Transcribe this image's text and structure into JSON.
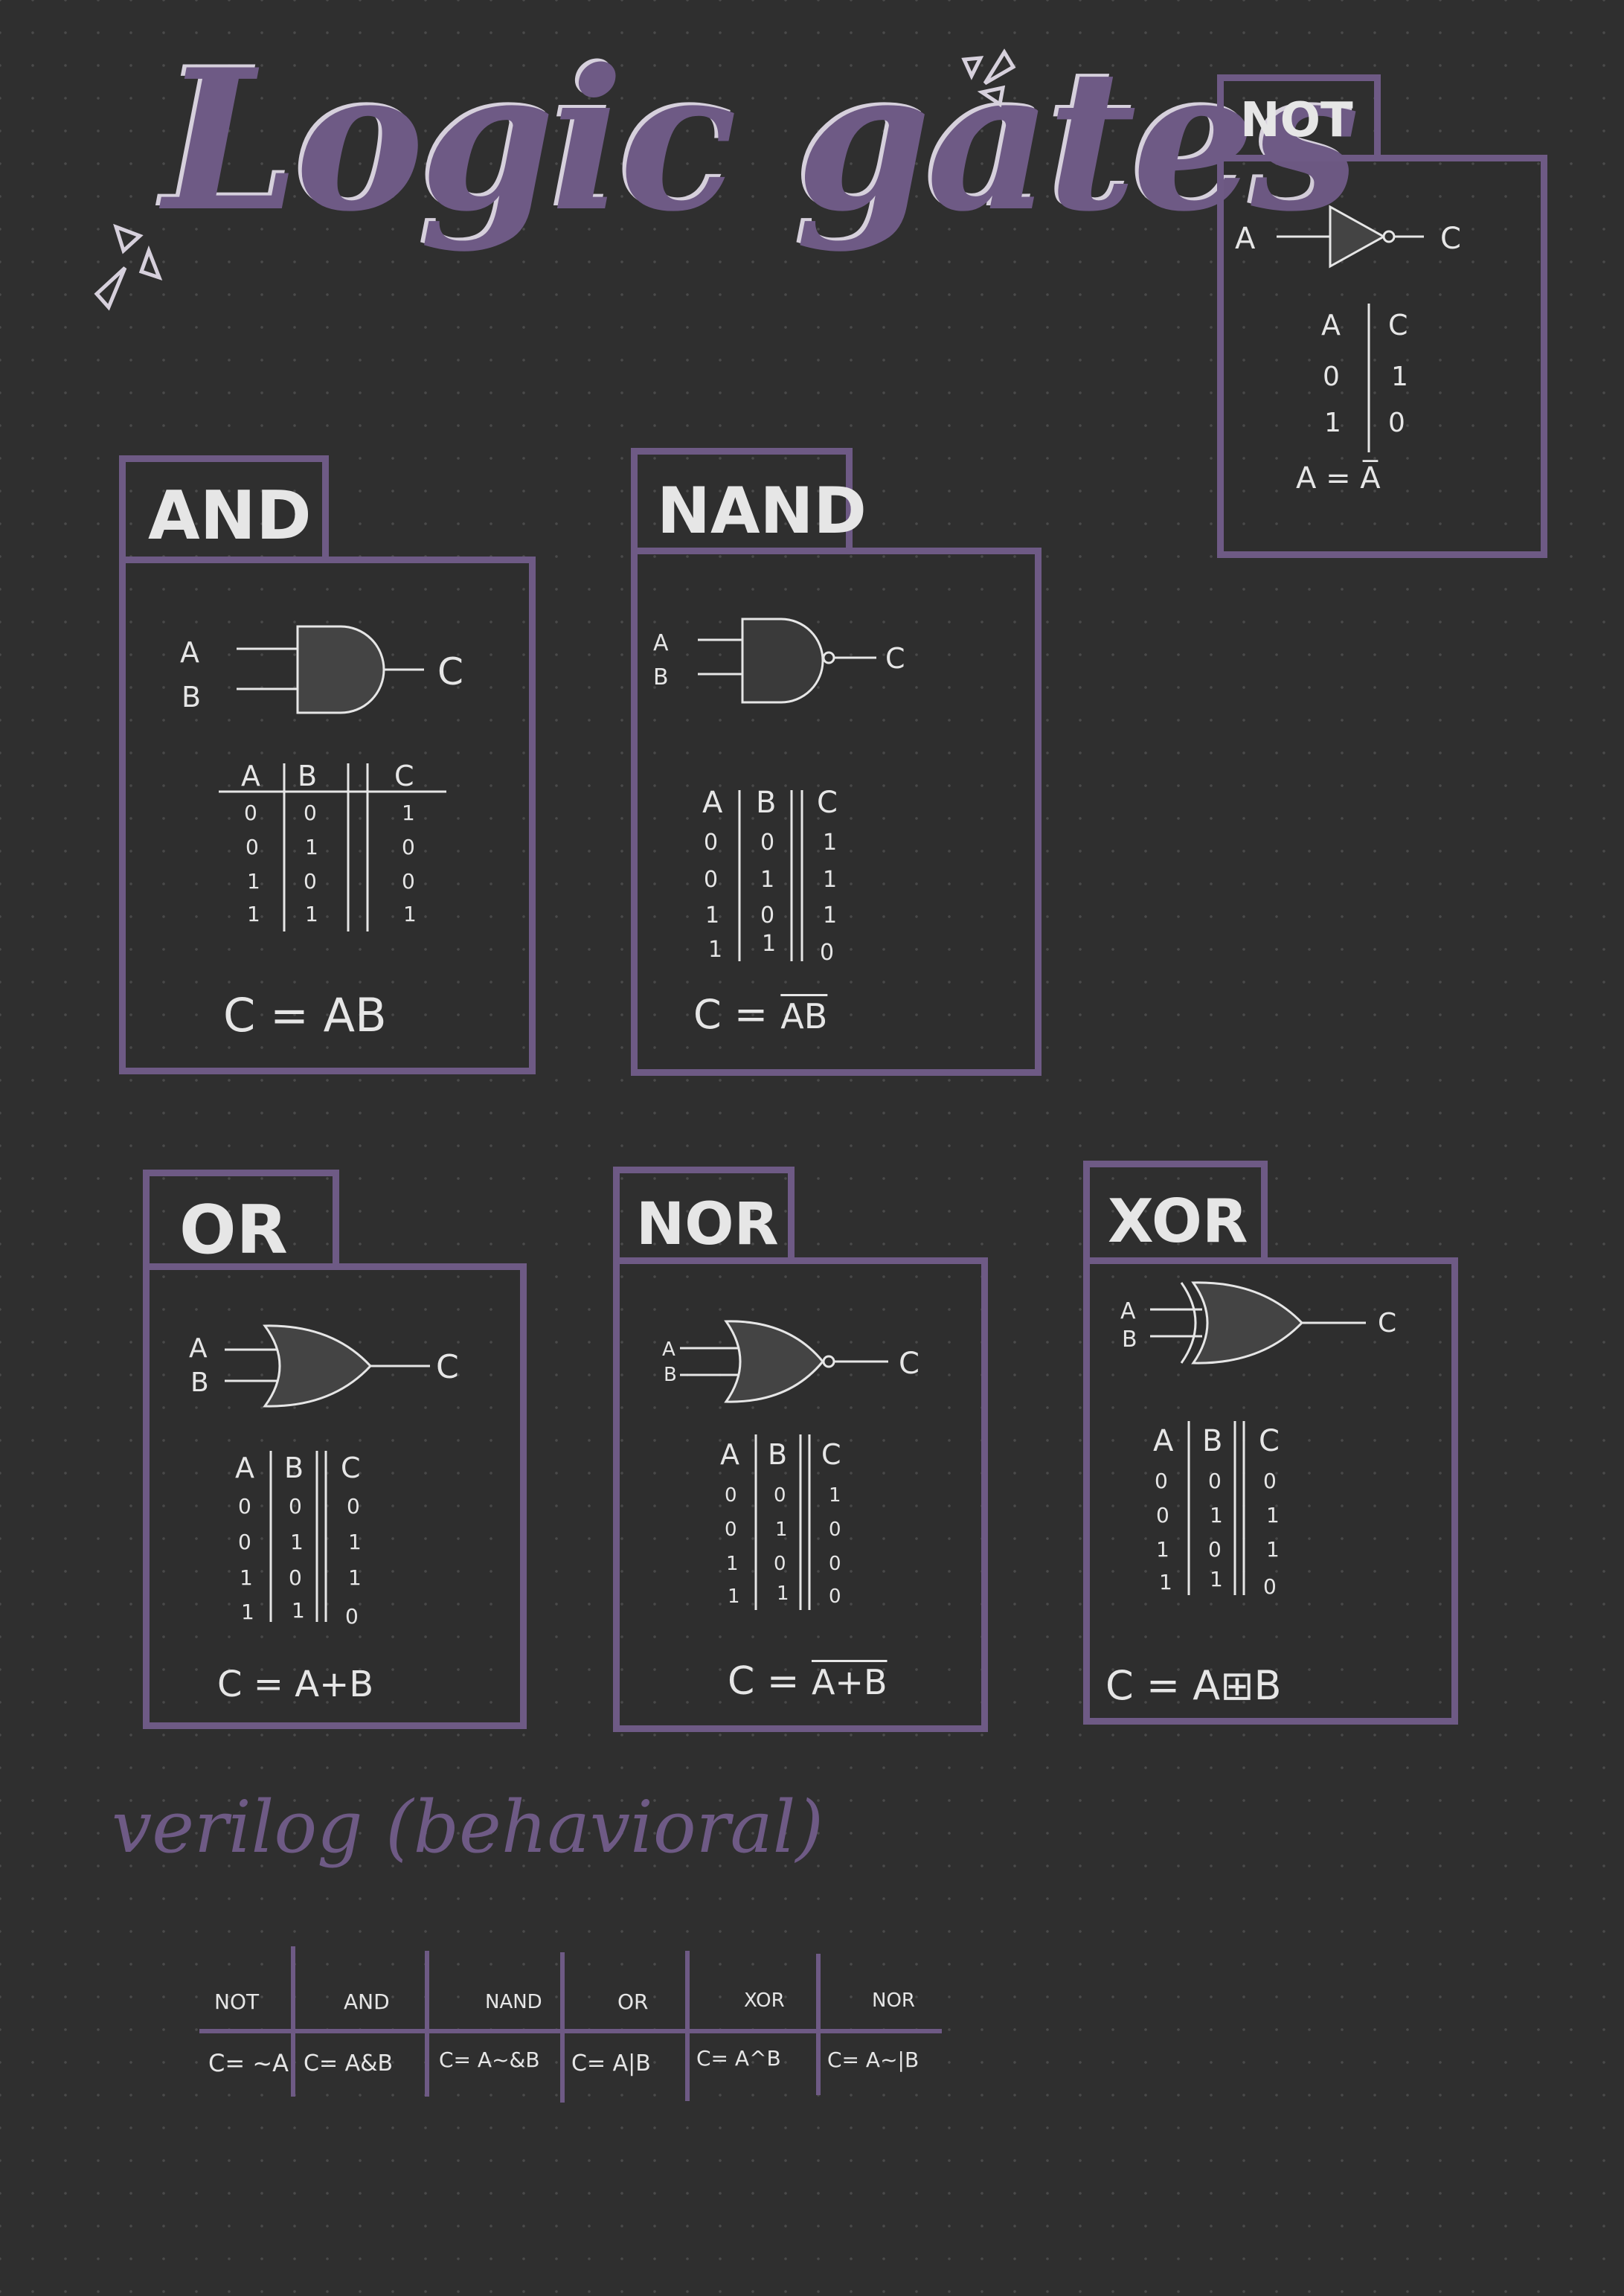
{
  "title": "Logic gates",
  "colors": {
    "accent": "#6e5a85",
    "ink": "#e6e6e6",
    "background": "#2f2f2f"
  },
  "gates": {
    "not": {
      "label": "NOT",
      "inputs": [
        "A"
      ],
      "output": "C",
      "table": {
        "headers": [
          "A",
          "C"
        ],
        "rows": [
          [
            "0",
            "1"
          ],
          [
            "1",
            "0"
          ]
        ]
      },
      "formula": "A = A̅"
    },
    "and": {
      "label": "AND",
      "inputs": [
        "A",
        "B"
      ],
      "output": "C",
      "table": {
        "headers": [
          "A",
          "B",
          "C"
        ],
        "rows": [
          [
            "0",
            "0",
            "1"
          ],
          [
            "0",
            "1",
            "0"
          ],
          [
            "1",
            "0",
            "0"
          ],
          [
            "1",
            "1",
            "1"
          ]
        ]
      },
      "formula": "C = AB"
    },
    "nand": {
      "label": "NAND",
      "inputs": [
        "A",
        "B"
      ],
      "output": "C",
      "table": {
        "headers": [
          "A",
          "B",
          "C"
        ],
        "rows": [
          [
            "0",
            "0",
            "1"
          ],
          [
            "0",
            "1",
            "1"
          ],
          [
            "1",
            "0",
            "1"
          ],
          [
            "1",
            "1",
            "0"
          ]
        ]
      },
      "formula_prefix": "C =",
      "formula_over": "AB"
    },
    "or": {
      "label": "OR",
      "inputs": [
        "A",
        "B"
      ],
      "output": "C",
      "table": {
        "headers": [
          "A",
          "B",
          "C"
        ],
        "rows": [
          [
            "0",
            "0",
            "0"
          ],
          [
            "0",
            "1",
            "1"
          ],
          [
            "1",
            "0",
            "1"
          ],
          [
            "1",
            "1",
            "0"
          ]
        ]
      },
      "formula": "C = A+B"
    },
    "nor": {
      "label": "NOR",
      "inputs": [
        "A",
        "B"
      ],
      "output": "C",
      "table": {
        "headers": [
          "A",
          "B",
          "C"
        ],
        "rows": [
          [
            "0",
            "0",
            "1"
          ],
          [
            "0",
            "1",
            "0"
          ],
          [
            "1",
            "0",
            "0"
          ],
          [
            "1",
            "1",
            "0"
          ]
        ]
      },
      "formula_prefix": "C =",
      "formula_over": "A+B"
    },
    "xor": {
      "label": "XOR",
      "inputs": [
        "A",
        "B"
      ],
      "output": "C",
      "table": {
        "headers": [
          "A",
          "B",
          "C"
        ],
        "rows": [
          [
            "0",
            "0",
            "0"
          ],
          [
            "0",
            "1",
            "1"
          ],
          [
            "1",
            "0",
            "1"
          ],
          [
            "1",
            "1",
            "0"
          ]
        ]
      },
      "formula": "C = A⊞B"
    }
  },
  "verilog": {
    "title": "verilog (behavioral)",
    "columns": [
      {
        "name": "NOT",
        "expr": "C= ~A"
      },
      {
        "name": "AND",
        "expr": "C= A&B"
      },
      {
        "name": "NAND",
        "expr": "C= A~&B"
      },
      {
        "name": "OR",
        "expr": "C= A|B"
      },
      {
        "name": "XOR",
        "expr": "C= A^B"
      },
      {
        "name": "NOR",
        "expr": "C= A~|B"
      }
    ]
  }
}
